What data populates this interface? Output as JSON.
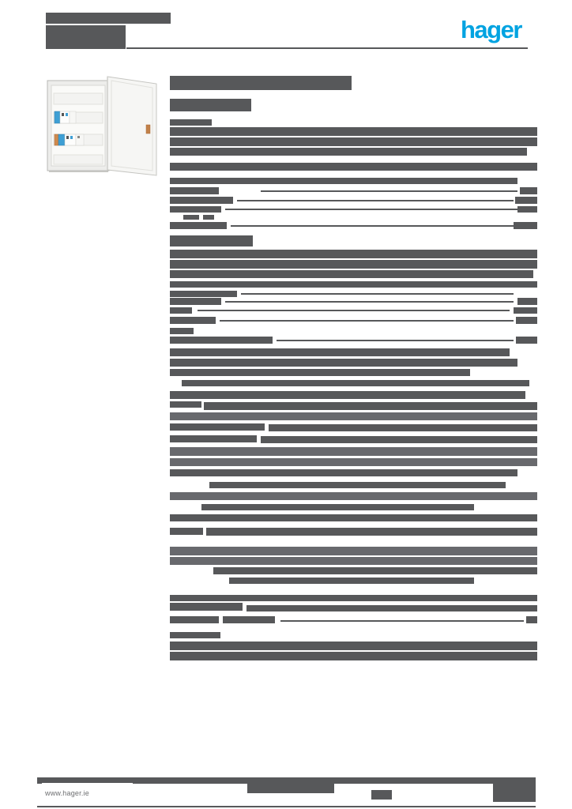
{
  "brand": {
    "logo_text": "hager",
    "logo_color": "#00a3e1"
  },
  "footer": {
    "website": "www.hager.ie"
  },
  "colors": {
    "redacted_text": "#57585a",
    "redacted_text_light": "#68696d",
    "footer_bar": "#58595b",
    "page_background": "#ffffff",
    "enclosure_body": "#efefed",
    "enclosure_door": "#f6f6f4",
    "breaker_blue": "#3e9fd4",
    "door_lock_orange": "#c2814a"
  },
  "product_image": {
    "description": "wall-mounted-distribution-board-open-door"
  },
  "redacted": {
    "note": "text illegible in source; rendered as bars [x,y,w,h,(l=light)]",
    "blocks": [
      [
        58,
        16,
        158,
        14
      ],
      [
        58,
        32,
        101,
        30
      ],
      [
        160,
        60,
        508,
        2
      ],
      [
        215,
        96,
        230,
        18
      ],
      [
        215,
        125,
        103,
        16
      ],
      [
        215,
        151,
        53,
        8
      ],
      [
        215,
        161,
        465,
        11
      ],
      [
        215,
        174,
        465,
        11
      ],
      [
        215,
        187,
        452,
        10
      ],
      [
        215,
        206,
        465,
        10
      ],
      [
        215,
        225,
        440,
        8
      ],
      [
        215,
        237,
        62,
        9
      ],
      [
        330,
        241,
        325,
        2
      ],
      [
        658,
        237,
        22,
        9
      ],
      [
        215,
        249,
        80,
        9
      ],
      [
        300,
        253,
        350,
        2
      ],
      [
        652,
        249,
        28,
        9
      ],
      [
        215,
        261,
        65,
        8
      ],
      [
        285,
        264,
        370,
        2
      ],
      [
        655,
        261,
        25,
        8
      ],
      [
        232,
        272,
        20,
        6
      ],
      [
        257,
        272,
        14,
        6
      ],
      [
        215,
        281,
        72,
        9
      ],
      [
        292,
        285,
        358,
        2
      ],
      [
        650,
        281,
        30,
        9
      ],
      [
        215,
        298,
        105,
        14
      ],
      [
        215,
        316,
        465,
        11
      ],
      [
        215,
        329,
        465,
        11
      ],
      [
        215,
        342,
        460,
        10
      ],
      [
        215,
        356,
        465,
        8
      ],
      [
        215,
        368,
        85,
        8
      ],
      [
        305,
        371,
        345,
        2
      ],
      [
        215,
        377,
        65,
        9
      ],
      [
        285,
        381,
        365,
        2
      ],
      [
        655,
        377,
        25,
        9
      ],
      [
        215,
        389,
        28,
        8
      ],
      [
        250,
        392,
        395,
        2
      ],
      [
        650,
        389,
        30,
        8
      ],
      [
        215,
        401,
        58,
        9
      ],
      [
        278,
        405,
        372,
        2
      ],
      [
        653,
        401,
        27,
        9
      ],
      [
        215,
        415,
        30,
        8
      ],
      [
        215,
        426,
        130,
        9
      ],
      [
        350,
        430,
        300,
        2
      ],
      [
        653,
        426,
        27,
        9
      ],
      [
        215,
        441,
        430,
        10
      ],
      [
        215,
        454,
        440,
        10
      ],
      [
        215,
        467,
        380,
        9
      ],
      [
        230,
        481,
        440,
        8
      ],
      [
        215,
        495,
        450,
        10
      ],
      [
        215,
        508,
        40,
        8
      ],
      [
        258,
        509,
        422,
        10
      ],
      [
        215,
        522,
        465,
        10,
        "l"
      ],
      [
        215,
        536,
        120,
        9
      ],
      [
        340,
        537,
        340,
        9
      ],
      [
        215,
        551,
        110,
        9
      ],
      [
        330,
        552,
        350,
        9
      ],
      [
        215,
        566,
        465,
        11,
        "l"
      ],
      [
        215,
        580,
        465,
        10,
        "l"
      ],
      [
        215,
        594,
        440,
        9
      ],
      [
        265,
        610,
        375,
        8
      ],
      [
        215,
        623,
        465,
        10,
        "l"
      ],
      [
        255,
        638,
        345,
        8
      ],
      [
        215,
        651,
        465,
        9
      ],
      [
        215,
        668,
        42,
        9
      ],
      [
        261,
        668,
        419,
        10
      ],
      [
        215,
        692,
        465,
        11,
        "l"
      ],
      [
        215,
        705,
        465,
        10,
        "l"
      ],
      [
        270,
        718,
        410,
        9
      ],
      [
        290,
        731,
        310,
        8
      ],
      [
        215,
        753,
        465,
        8
      ],
      [
        215,
        763,
        92,
        10
      ],
      [
        312,
        766,
        368,
        8
      ],
      [
        215,
        780,
        62,
        9
      ],
      [
        282,
        780,
        66,
        9
      ],
      [
        355,
        785,
        308,
        2
      ],
      [
        666,
        780,
        14,
        9
      ],
      [
        215,
        800,
        64,
        8
      ],
      [
        215,
        812,
        465,
        11
      ],
      [
        215,
        825,
        465,
        11
      ],
      [
        47,
        984,
        631,
        8
      ],
      [
        313,
        992,
        110,
        12
      ],
      [
        470,
        1000,
        26,
        12
      ],
      [
        624,
        992,
        54,
        23
      ],
      [
        47,
        1020,
        631,
        2
      ]
    ]
  }
}
